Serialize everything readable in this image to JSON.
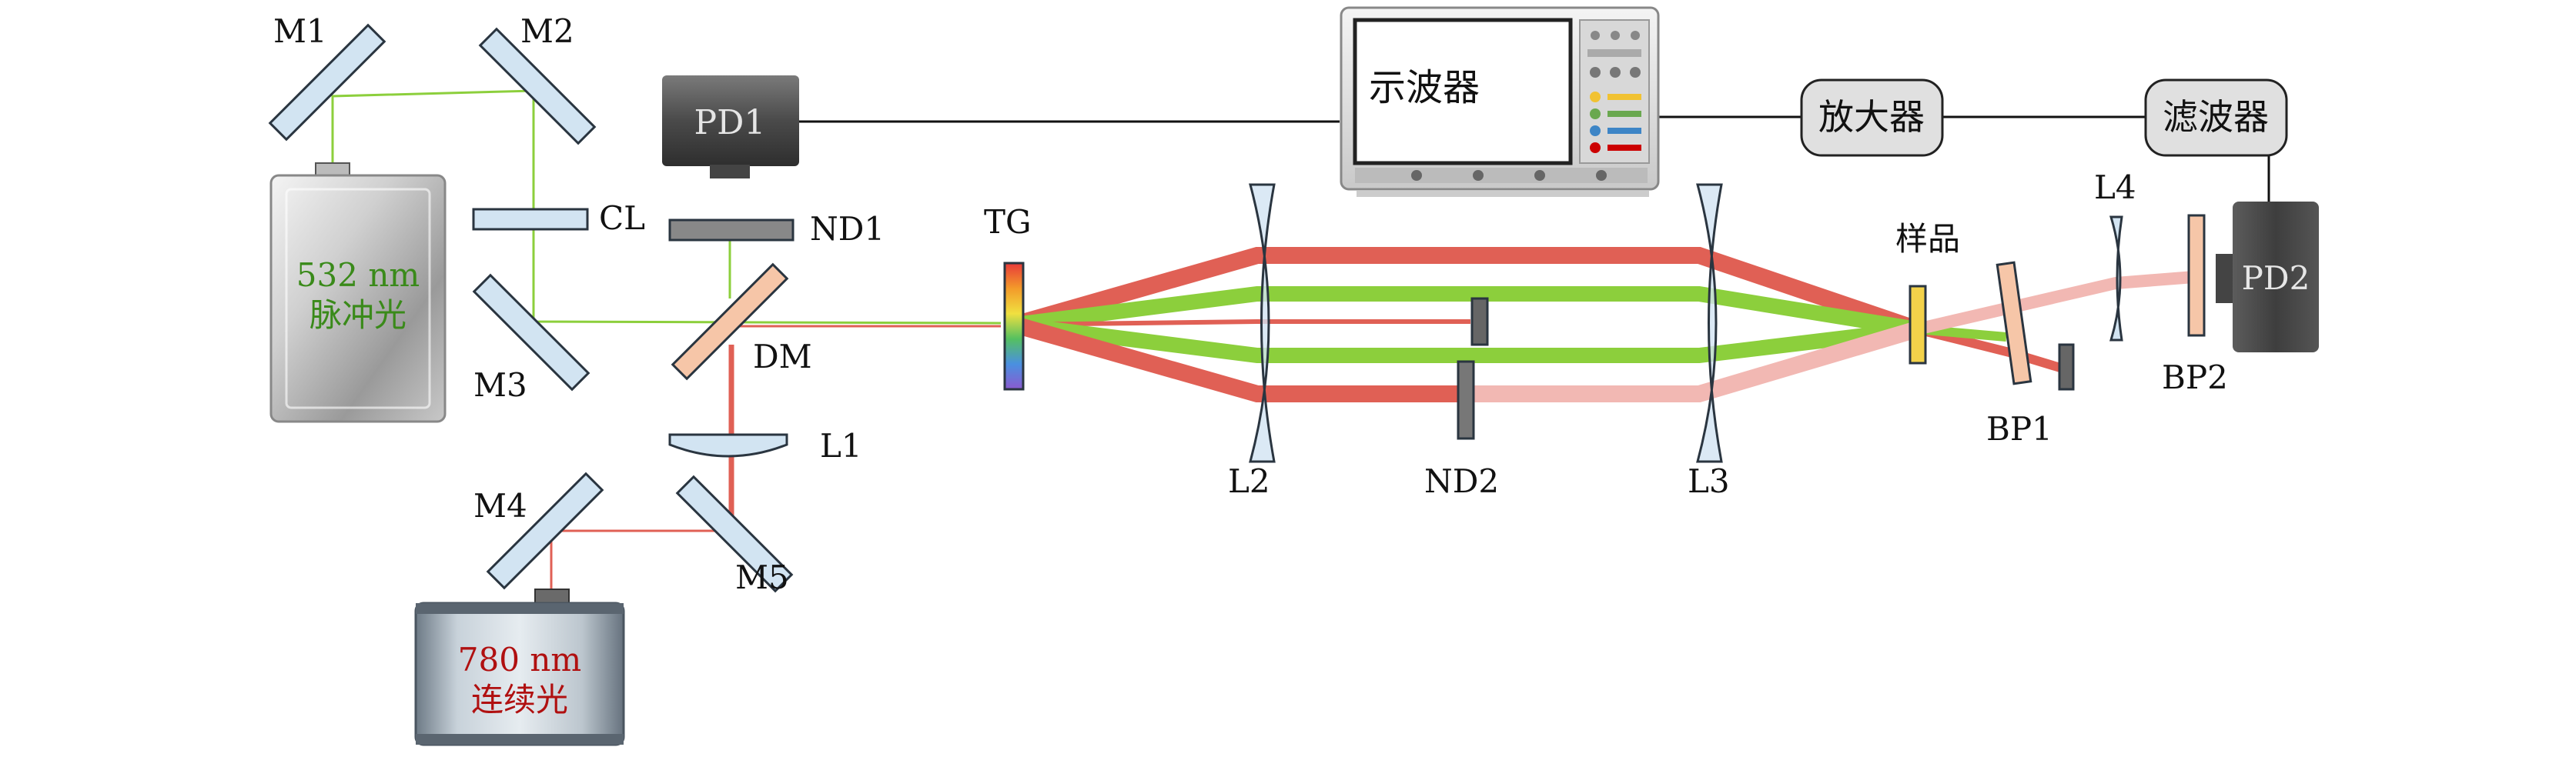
{
  "labels": {
    "m1": "M1",
    "m2": "M2",
    "m3": "M3",
    "m4": "M4",
    "m5": "M5",
    "cl": "CL",
    "nd1": "ND1",
    "dm": "DM",
    "l1": "L1",
    "tg": "TG",
    "l2": "L2",
    "nd2": "ND2",
    "l3": "L3",
    "sample": "样品",
    "bp1": "BP1",
    "l4": "L4",
    "bp2": "BP2",
    "pd1": "PD1",
    "pd2": "PD2"
  },
  "laser_532": {
    "line1": "532 nm",
    "line2": "脉冲光",
    "color": "#3a8a1a"
  },
  "laser_780": {
    "line1": "780 nm",
    "line2": "连续光",
    "color": "#b01010"
  },
  "oscilloscope": {
    "label": "示波器"
  },
  "amplifier": {
    "label": "放大器"
  },
  "filter": {
    "label": "滤波器"
  },
  "colors": {
    "green_beam": "#8ccf3c",
    "red_beam": "#e06055",
    "red_beam_faint": "#f2b8b3",
    "optic_blue": "#d2e4f2",
    "optic_edge": "#2a3540",
    "bp_fill": "#f6c6a8",
    "sample_fill": "#f3d24a",
    "nd_fill": "#777777"
  }
}
